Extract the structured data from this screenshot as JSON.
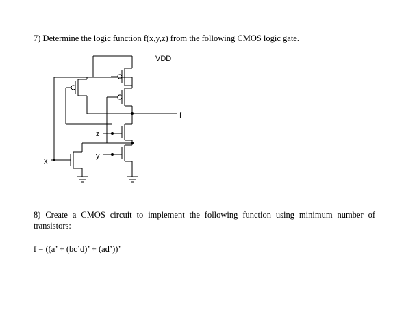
{
  "question7": {
    "text": "7) Determine the logic function f(x,y,z) from the following CMOS logic gate."
  },
  "circuit": {
    "vdd_label": "VDD",
    "output_label": "f",
    "input_z_label": "z",
    "input_y_label": "y",
    "input_x_label": "x"
  },
  "question8": {
    "text": "8) Create a CMOS circuit to implement the following function using minimum number of transistors:",
    "function": "f = ((a’ + (bc’d)’ + (ad’))’"
  }
}
